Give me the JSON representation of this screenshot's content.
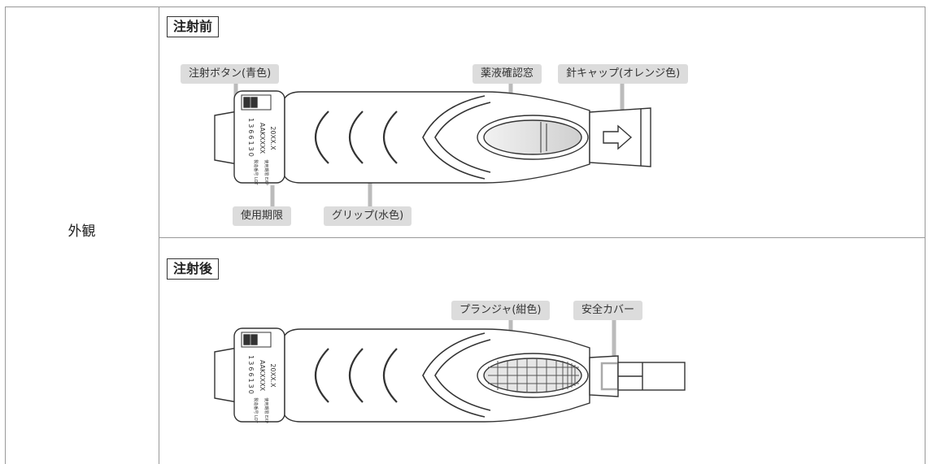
{
  "row_label": "外観",
  "before": {
    "title": "注射前",
    "labels": {
      "inject_button": "注射ボタン(青色)",
      "window": "薬液確認窓",
      "needle_cap": "針キャップ(オレンジ色)",
      "expiry": "使用期限",
      "grip": "グリップ(水色)"
    }
  },
  "after": {
    "title": "注射後",
    "labels": {
      "plunger": "プランジャ(紺色)",
      "safety_cover": "安全カバー"
    }
  },
  "pen_label": {
    "code": "1366130",
    "lot_value": "AAKXXXX",
    "exp_value": "20XX.X",
    "lot_caption": "製造番号 LOT",
    "exp_caption": "使用期限 EXP"
  }
}
